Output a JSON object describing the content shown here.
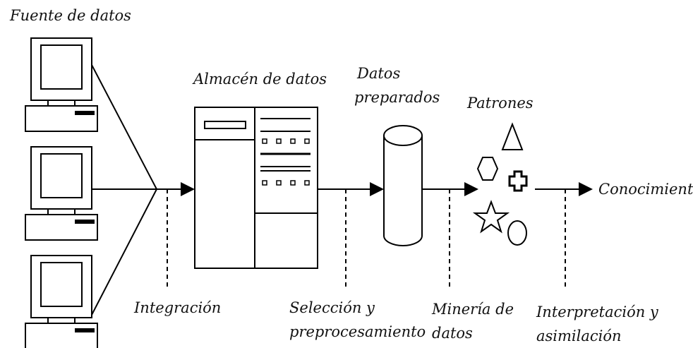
{
  "labels": {
    "source": "Fuente de datos",
    "warehouse": "Almacén de datos",
    "prepared_line1": "Datos",
    "prepared_line2": "preparados",
    "patterns": "Patrones",
    "knowledge": "Conocimiento",
    "integration": "Integración",
    "selection_line1": "Selección y",
    "selection_line2": "preprocesamiento",
    "mining_line1": "Minería de",
    "mining_line2": "datos",
    "interpretation_line1": "Interpretación y",
    "interpretation_line2": "asimilación"
  },
  "icons": {
    "computers": [
      "computer-icon",
      "computer-icon",
      "computer-icon"
    ],
    "warehouse": "server-cabinet-icon",
    "prepared_data": "database-cylinder-icon",
    "patterns": [
      "triangle-icon",
      "hexagon-icon",
      "cross-icon",
      "star-icon",
      "circle-icon"
    ]
  },
  "colors": {
    "stroke": "#000000",
    "background": "#ffffff"
  }
}
